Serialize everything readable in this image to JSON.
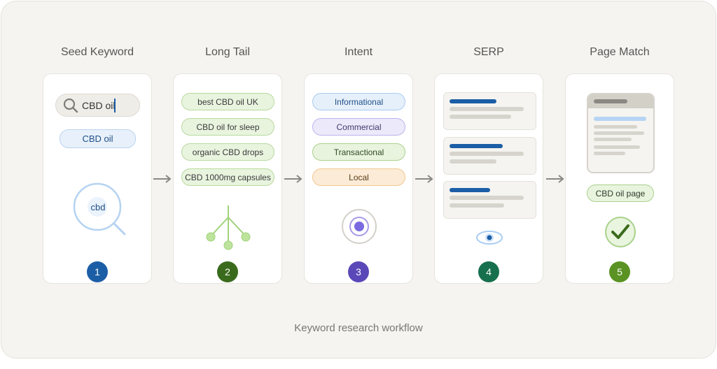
{
  "steps": [
    {
      "title": "Seed Keyword",
      "number": "1",
      "badge_color": "#1c5ea6",
      "search_value": "CBD oil",
      "keyword_chip": "CBD oil",
      "lens_text": "cbd"
    },
    {
      "title": "Long Tail",
      "number": "2",
      "badge_color": "#3a6b1d",
      "keywords": [
        "best CBD oil UK",
        "CBD oil for sleep",
        "organic CBD drops",
        "CBD 1000mg capsules"
      ]
    },
    {
      "title": "Intent",
      "number": "3",
      "badge_color": "#5b48b8",
      "intents": [
        "Informational",
        "Commercial",
        "Transactional",
        "Local"
      ]
    },
    {
      "title": "SERP",
      "number": "4",
      "badge_color": "#17704d"
    },
    {
      "title": "Page Match",
      "number": "5",
      "badge_color": "#5a9224",
      "page_chip": "CBD oil page"
    }
  ],
  "footer": "Keyword research workflow",
  "icons": [
    "search-icon",
    "magnifier-icon",
    "branch-icon",
    "target-icon",
    "eye-icon",
    "document-icon",
    "check-icon",
    "arrow-right-icon"
  ]
}
